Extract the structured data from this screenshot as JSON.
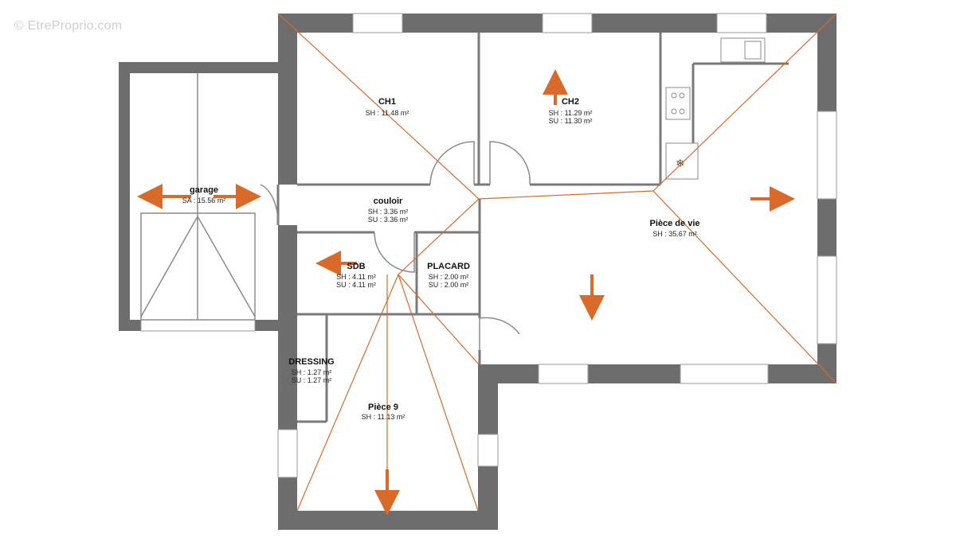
{
  "watermark": "© EtreProprio.com",
  "colors": {
    "wall": "#6d6d6d",
    "accent": "#d96a2a",
    "line": "#9a9a9a"
  },
  "rooms": {
    "ch1": {
      "name": "CH1",
      "sh": "SH : 11.48 m²"
    },
    "ch2": {
      "name": "CH2",
      "sh": "SH : 11.29 m²",
      "su": "SU : 11.30 m²"
    },
    "garage": {
      "name": "garage",
      "sa": "SA : 15.56 m²"
    },
    "couloir": {
      "name": "couloir",
      "sh": "SH : 3.36 m²",
      "su": "SU : 3.36 m²"
    },
    "piece_de_vie": {
      "name": "Pièce  de vie",
      "sh": "SH : 35.67 m²"
    },
    "sdb": {
      "name": "SDB",
      "sh": "SH : 4.11 m²",
      "su": "SU : 4.11 m²"
    },
    "placard": {
      "name": "PLACARD",
      "sh": "SH : 2.00 m²",
      "su": "SU : 2.00 m²"
    },
    "dressing": {
      "name": "DRESSING",
      "sh": "SH : 1.27 m²",
      "su": "SU : 1.27 m²"
    },
    "piece9": {
      "name": "Pièce 9",
      "sh": "SH : 11.13 m²"
    }
  }
}
